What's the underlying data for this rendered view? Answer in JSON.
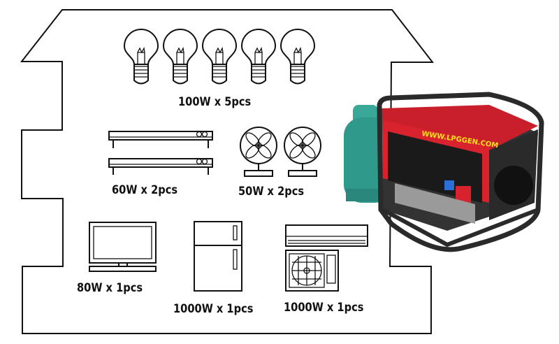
{
  "labels": {
    "bulbs": "100W x 5pcs",
    "tubes": "60W x 2pcs",
    "fans": "50W x 2pcs",
    "tv": "80W x 1pcs",
    "fridge": "1000W x 1pcs",
    "aircon": "1000W x 1pcs"
  },
  "generator": {
    "brand_text": "WWW.LPGGEN.COM",
    "body_color": "#d8232f",
    "frame_color": "#2a2a2a",
    "text_color": "#f2e21a"
  },
  "cylinder": {
    "color": "#2f9a8c"
  },
  "icons": [
    "light-bulb-icon",
    "fluorescent-tube-icon",
    "fan-icon",
    "tv-icon",
    "refrigerator-icon",
    "air-conditioner-icon",
    "generator-image",
    "gas-cylinder-image"
  ]
}
